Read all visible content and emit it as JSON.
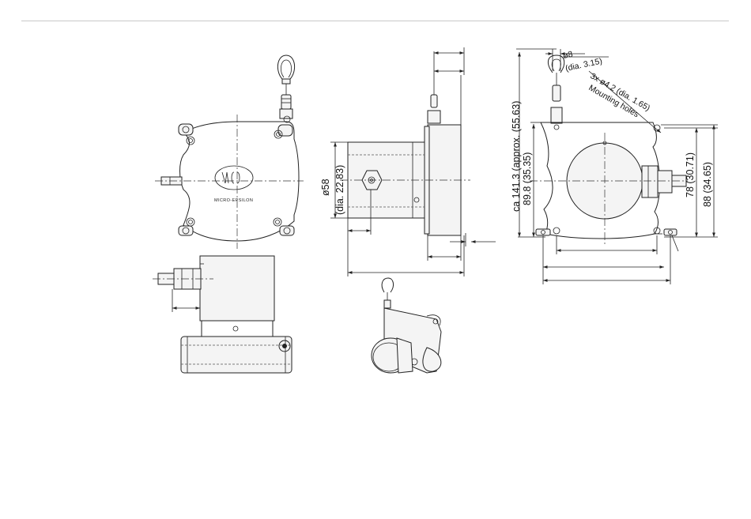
{
  "brand": {
    "logo_text": "MICRO-EPSILON"
  },
  "front_view": {
    "labels": {
      "width_overall": "88 (34.65)",
      "width_holes": "78 (30.71)",
      "height_max": "ca 141.3 (approx. (55.63)",
      "height_body": "89.8 (35.35)",
      "ring_dim": "ø8",
      "ring_dim_inch": "(dia. 3.15)",
      "mounting_holes_dim": "3x ø4.2 (dia. 1.65)",
      "mounting_holes_label": "Mounting holes"
    }
  },
  "side_view": {
    "labels": {
      "diameter": "ø58",
      "diameter_inch": "(dia. 22.83)"
    }
  }
}
